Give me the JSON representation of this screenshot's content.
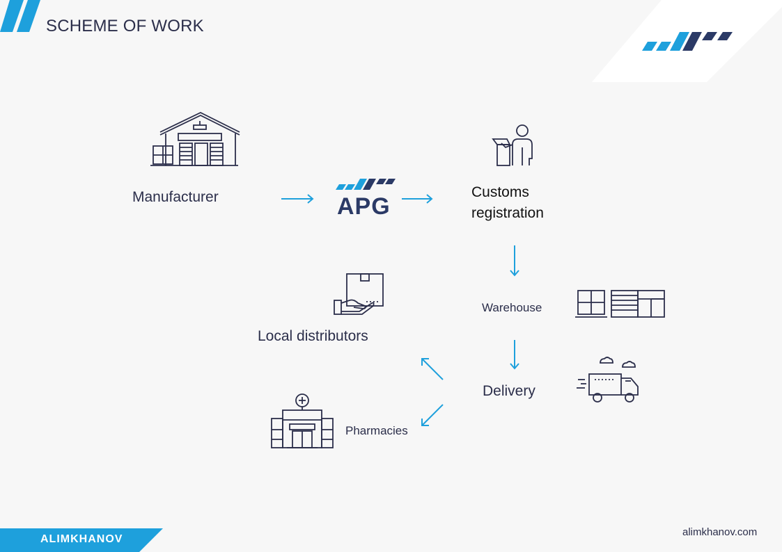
{
  "header": {
    "title": "SCHEME OF WORK"
  },
  "diagram": {
    "apg_logo_text": "APG",
    "nodes": [
      {
        "id": "manufacturer",
        "label": "Manufacturer",
        "icon": "factory-icon"
      },
      {
        "id": "customs",
        "label_line1": "Customs",
        "label_line2": "registration",
        "icon": "customs-officer-icon"
      },
      {
        "id": "warehouse",
        "label": "Warehouse",
        "icon": "warehouse-shelves-icon"
      },
      {
        "id": "delivery",
        "label": "Delivery",
        "icon": "delivery-truck-icon"
      },
      {
        "id": "local",
        "label": "Local distributors",
        "icon": "hand-box-icon"
      },
      {
        "id": "pharmacies",
        "label": "Pharmacies",
        "icon": "pharmacy-building-icon"
      }
    ]
  },
  "colors": {
    "accent": "#1ea0dc",
    "navy": "#2b3a66",
    "text": "#2b2e4a"
  },
  "footer": {
    "brand": "ALIMKHANOV",
    "website": "alimkhanov.com"
  }
}
